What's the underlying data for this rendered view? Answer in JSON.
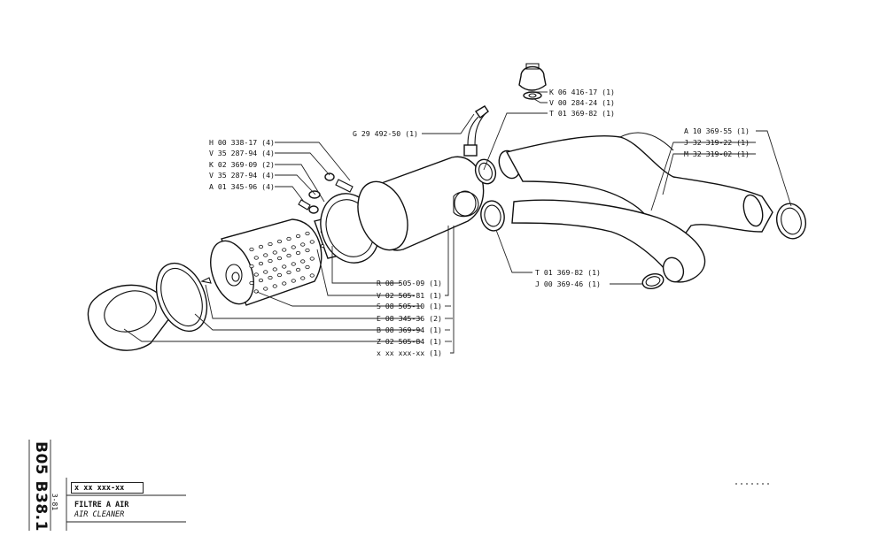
{
  "sheet": {
    "code": "B05 B38.1",
    "date": "3-81",
    "serial": "x xx xxx-xx",
    "title_fr": "FILTRE A AIR",
    "title_en": "AIR CLEANER"
  },
  "callouts": [
    {
      "id": "k06",
      "label": "K 06 416-17 (1)"
    },
    {
      "id": "v00",
      "label": "V 00 284-24 (1)"
    },
    {
      "id": "t01a",
      "label": "T 01 369-82 (1)"
    },
    {
      "id": "g29",
      "label": "G 29 492-50 (1)"
    },
    {
      "id": "h00",
      "label": "H 00 338-17 (4)"
    },
    {
      "id": "v35a",
      "label": "V 35 287-94 (4)"
    },
    {
      "id": "k02",
      "label": "K 02 369-09 (2)"
    },
    {
      "id": "v35b",
      "label": "V 35 287-94 (4)"
    },
    {
      "id": "a01",
      "label": "A 01 345-96 (4)"
    },
    {
      "id": "a10",
      "label": "A 10 369-55 (1)"
    },
    {
      "id": "j32",
      "label": "J 32 319-22 (1)"
    },
    {
      "id": "m32",
      "label": "M 32 319-02 (1)"
    },
    {
      "id": "r08",
      "label": "R 08 505-09 (1)"
    },
    {
      "id": "v02",
      "label": "V 02 505-81 (1)"
    },
    {
      "id": "s08",
      "label": "S 08 505-10 (1)"
    },
    {
      "id": "e08",
      "label": "E 08 345-36 (2)"
    },
    {
      "id": "b08",
      "label": "B 08 369-94 (1)"
    },
    {
      "id": "z02",
      "label": "Z 02 505-84 (1)"
    },
    {
      "id": "xxx",
      "label": "x xx xxx-xx (1)"
    },
    {
      "id": "t01b",
      "label": "T 01 369-82 (1)"
    },
    {
      "id": "j00",
      "label": "J 00 369-46 (1)"
    }
  ]
}
